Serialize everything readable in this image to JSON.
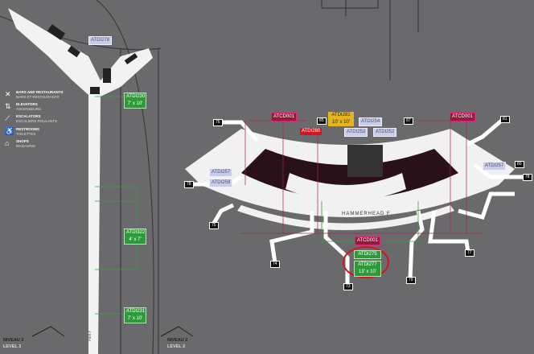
{
  "legend": [
    {
      "icon": "fork-knife-icon",
      "en": "BARS AND RESTAURANTS",
      "fr": "BARS ET RESTAURANTS"
    },
    {
      "icon": "elevator-icon",
      "en": "ELEVATORS",
      "fr": "ASCENSEURS"
    },
    {
      "icon": "escalator-icon",
      "en": "ESCALATORS",
      "fr": "ESCALIERS ROULANTS"
    },
    {
      "icon": "restroom-icon",
      "en": "RESTROOMS",
      "fr": "TOILETTES"
    },
    {
      "icon": "shop-icon",
      "en": "SHOPS",
      "fr": "MAGASINS"
    }
  ],
  "levels": {
    "left": {
      "fr": "NIVEAU 3",
      "en": "LEVEL 3"
    },
    "right": {
      "fr": "NIVEAU 2",
      "en": "LEVEL 2"
    }
  },
  "pier_label": "PIER F",
  "concourse_label": "HAMMERHEAD F",
  "colors": {
    "background": "#6a6a6c",
    "highlight": "#d4161c",
    "green": "#2f9a3a",
    "maroon": "#8c1d3c"
  },
  "tags": {
    "atdi278": "ATDI278",
    "atdi230": "ATDI230",
    "atdi230_size": "7' x 10'",
    "atdi322": "ATDI322",
    "atdi322_size": "4' x 7'",
    "atdi231": "ATDI231",
    "atdi231_size": "7' x 10'",
    "atcd001_left": "ATCD001",
    "atcd001_right": "ATCD001",
    "atcd001_bottom": "ATCD001",
    "atdi281": "ATDI281",
    "atdi281_size": "10' x 10'",
    "atdi254": "ATDI254",
    "atdi280": "ATDI280",
    "atdi253": "ATDI253",
    "atdi252": "ATDI252",
    "atdi257_left": "ATDI257",
    "atdi258": "ATDI258",
    "atdi257_right": "ATDI257",
    "atdi275": "ATDI275",
    "atdi277": "ATDI277",
    "atdi277_size": "13' x 10'"
  },
  "gates": [
    "76",
    "78",
    "75",
    "74",
    "73",
    "79",
    "77",
    "80",
    "78",
    "81",
    "85",
    "87"
  ]
}
